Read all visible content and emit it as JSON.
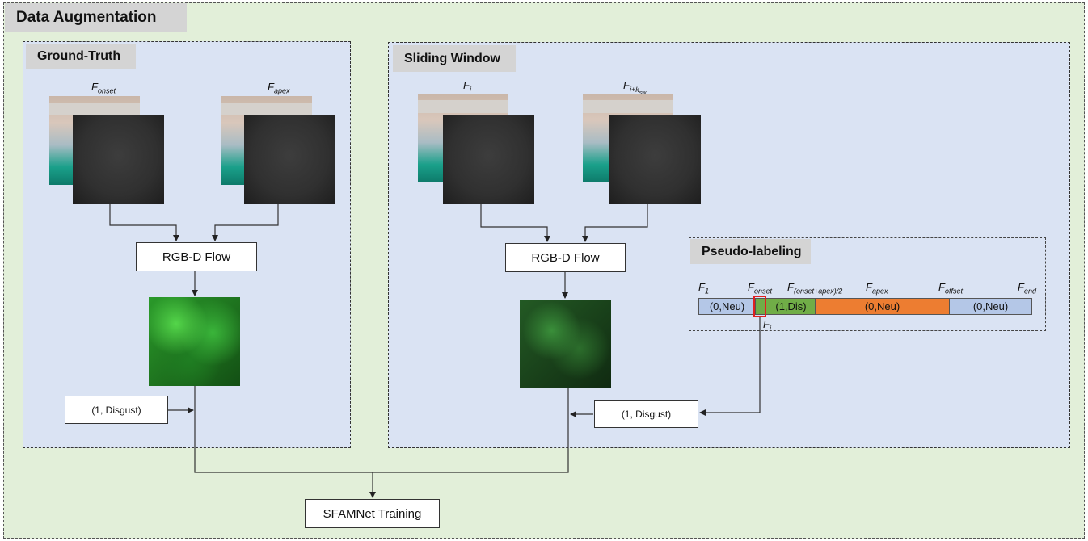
{
  "outer": {
    "title": "Data Augmentation"
  },
  "ground_truth": {
    "title": "Ground-Truth",
    "frame_a": {
      "main": "F",
      "sub": "onset"
    },
    "frame_b": {
      "main": "F",
      "sub": "apex"
    },
    "flow_label": "RGB-D Flow",
    "label_box": "(1, Disgust)"
  },
  "sliding_window": {
    "title": "Sliding Window",
    "frame_a": {
      "main": "F",
      "sub": "i"
    },
    "frame_b": {
      "main": "F",
      "sub": "i+k",
      "subsub": "sw"
    },
    "flow_label": "RGB-D Flow",
    "label_box": "(1, Disgust)"
  },
  "pseudo_labeling": {
    "title": "Pseudo-labeling",
    "markers": [
      {
        "main": "F",
        "sub": "1"
      },
      {
        "main": "F",
        "sub": "onset"
      },
      {
        "main": "F",
        "sub": "(onset+apex)/2"
      },
      {
        "main": "F",
        "sub": "apex"
      },
      {
        "main": "F",
        "sub": "offset"
      },
      {
        "main": "F",
        "sub": "end"
      }
    ],
    "segments": [
      {
        "label": "(0,Neu)",
        "color": "#b4c7e7"
      },
      {
        "label": "(1,Dis)",
        "color": "#70ad47"
      },
      {
        "label": "(0,Neu)",
        "color": "#ed7d31"
      },
      {
        "label": "(0,Neu)",
        "color": "#b4c7e7"
      }
    ],
    "current_frame": {
      "main": "F",
      "sub": "i"
    },
    "highlight_color": "#e02020"
  },
  "training": {
    "label": "SFAMNet Training"
  }
}
